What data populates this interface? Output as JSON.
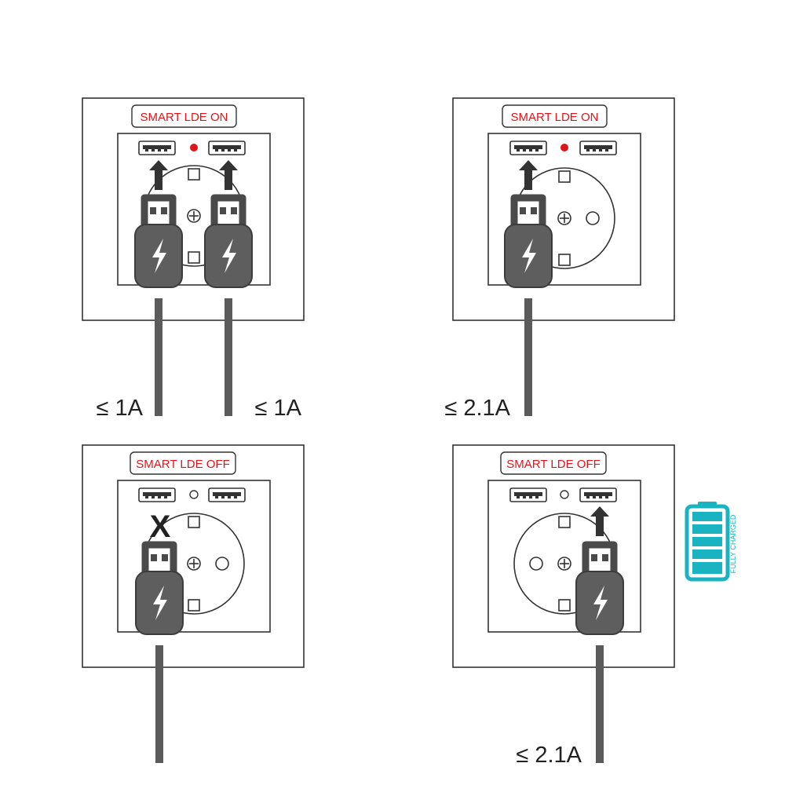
{
  "colors": {
    "accent_red": "#e0141b",
    "cable": "#5b5b5b",
    "frame": "#333333",
    "battery": "#19b3c1"
  },
  "panels": [
    {
      "id": "tl",
      "status_label": "SMART LDE ON",
      "led_on": true,
      "currents": [
        "≤ 1A",
        "≤ 1A"
      ]
    },
    {
      "id": "tr",
      "status_label": "SMART LDE ON",
      "led_on": true,
      "currents": [
        "≤ 2.1A"
      ]
    },
    {
      "id": "bl",
      "status_label": "SMART LDE OFF",
      "led_on": false,
      "currents": [],
      "blocked_mark": "X"
    },
    {
      "id": "br",
      "status_label": "SMART LDE OFF",
      "led_on": false,
      "currents": [
        "≤ 2.1A"
      ]
    }
  ],
  "battery": {
    "caption": "FULLY CHARGED",
    "icon": "battery-full-icon"
  }
}
